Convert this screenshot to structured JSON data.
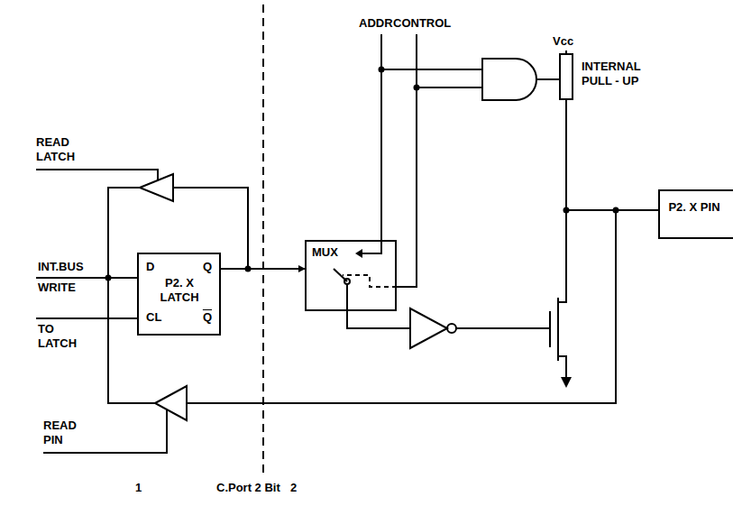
{
  "diagram": {
    "nodes": [
      {
        "text": [
          "D",
          "Q",
          "P2. X LATCH",
          "CL",
          "Q"
        ]
      },
      {
        "text": [
          "MUX"
        ]
      },
      {
        "text": [
          "P2. X PIN"
        ]
      }
    ],
    "edges": [
      {
        "from": 0,
        "to": 1,
        "arrow": "to"
      }
    ],
    "labels": [
      "READ LATCH",
      "INT.BUS",
      "WRITE",
      "TO LATCH",
      "ADDR",
      "CONTROL",
      "Vcc",
      "INTERNAL PULL - UP",
      "READ PIN",
      "1",
      "C.Port 2 Bit",
      "2"
    ]
  }
}
